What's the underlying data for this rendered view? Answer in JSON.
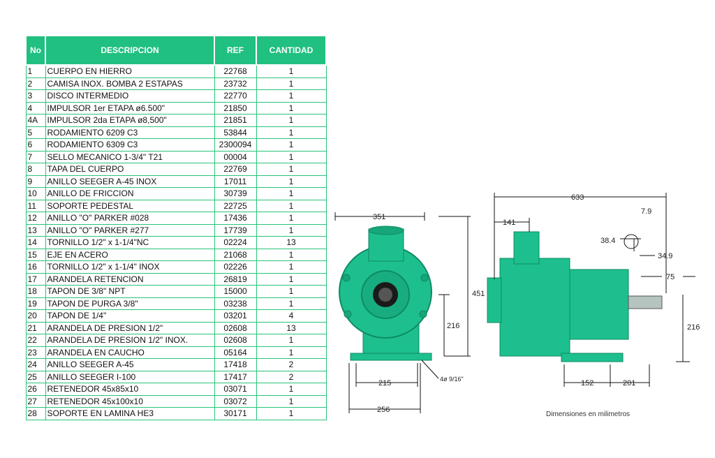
{
  "table": {
    "headers": {
      "no": "No",
      "desc": "DESCRIPCION",
      "ref": "REF",
      "qty": "CANTIDAD"
    },
    "rows": [
      {
        "no": "1",
        "desc": "CUERPO EN HIERRO",
        "ref": "22768",
        "qty": "1"
      },
      {
        "no": "2",
        "desc": "CAMISA INOX. BOMBA 2 ESTAPAS",
        "ref": "23732",
        "qty": "1"
      },
      {
        "no": "3",
        "desc": "DISCO INTERMEDIO",
        "ref": "22770",
        "qty": "1"
      },
      {
        "no": "4",
        "desc": "IMPULSOR 1er ETAPA ø6.500\"",
        "ref": "21850",
        "qty": "1"
      },
      {
        "no": "4A",
        "desc": "IMPULSOR 2da ETAPA ø8,500\"",
        "ref": "21851",
        "qty": "1"
      },
      {
        "no": "5",
        "desc": "RODAMIENTO 6209 C3",
        "ref": "53844",
        "qty": "1"
      },
      {
        "no": "6",
        "desc": "RODAMIENTO 6309 C3",
        "ref": "2300094",
        "qty": "1"
      },
      {
        "no": "7",
        "desc": "SELLO MECANICO 1-3/4\"  T21",
        "ref": "00004",
        "qty": "1"
      },
      {
        "no": "8",
        "desc": "TAPA DEL CUERPO",
        "ref": "22769",
        "qty": "1"
      },
      {
        "no": "9",
        "desc": "ANILLO SEEGER A-45 INOX",
        "ref": "17011",
        "qty": "1"
      },
      {
        "no": "10",
        "desc": "ANILLO DE FRICCION",
        "ref": "30739",
        "qty": "1"
      },
      {
        "no": "11",
        "desc": "SOPORTE PEDESTAL",
        "ref": "22725",
        "qty": "1"
      },
      {
        "no": "12",
        "desc": "ANILLO \"O\" PARKER #028",
        "ref": "17436",
        "qty": "1"
      },
      {
        "no": "13",
        "desc": "ANILLO \"O\" PARKER #277",
        "ref": "17739",
        "qty": "1"
      },
      {
        "no": "14",
        "desc": "TORNILLO 1/2\" x 1-1/4\"NC",
        "ref": "02224",
        "qty": "13"
      },
      {
        "no": "15",
        "desc": "EJE EN ACERO",
        "ref": "21068",
        "qty": "1"
      },
      {
        "no": "16",
        "desc": "TORNILLO 1/2\" x 1-1/4\" INOX",
        "ref": "02226",
        "qty": "1"
      },
      {
        "no": "17",
        "desc": "ARANDELA RETENCION",
        "ref": "26819",
        "qty": "1"
      },
      {
        "no": "18",
        "desc": "TAPON DE 3/8\" NPT",
        "ref": "15000",
        "qty": "1"
      },
      {
        "no": "19",
        "desc": "TAPON DE PURGA 3/8\"",
        "ref": "03238",
        "qty": "1"
      },
      {
        "no": "20",
        "desc": "TAPON DE 1/4\"",
        "ref": "03201",
        "qty": "4"
      },
      {
        "no": "21",
        "desc": "ARANDELA DE PRESION 1/2\"",
        "ref": "02608",
        "qty": "13"
      },
      {
        "no": "22",
        "desc": "ARANDELA DE PRESION 1/2\" INOX.",
        "ref": "02608",
        "qty": "1"
      },
      {
        "no": "23",
        "desc": "ARANDELA EN CAUCHO",
        "ref": "05164",
        "qty": "1"
      },
      {
        "no": "24",
        "desc": "ANILLO SEEGER A-45",
        "ref": "17418",
        "qty": "2"
      },
      {
        "no": "25",
        "desc": "ANILLO SEEGER I-100",
        "ref": "17417",
        "qty": "2"
      },
      {
        "no": "26",
        "desc": "RETENEDOR 45x85x10",
        "ref": "03071",
        "qty": "1"
      },
      {
        "no": "27",
        "desc": "RETENEDOR 45x100x10",
        "ref": "03072",
        "qty": "1"
      },
      {
        "no": "28",
        "desc": "SOPORTE EN LAMINA HE3",
        "ref": "30171",
        "qty": "1"
      }
    ]
  },
  "drawing": {
    "pump_color": "#1dbf8e",
    "pump_dark": "#0f8a63",
    "front": {
      "width_top": "351",
      "height_total": "451",
      "shaft_height": "216",
      "base_holes": "215",
      "base_width": "256",
      "holes": "4ø 9/16\""
    },
    "side": {
      "length": "633",
      "suction_offset": "141",
      "shaft_ext": "75",
      "shaft_height": "216",
      "foot_a": "152",
      "foot_b": "201",
      "key_w": "7.9",
      "key_h": "38.4",
      "key_d": "34.9"
    },
    "units_note": "Dimensiones en milimetros"
  }
}
